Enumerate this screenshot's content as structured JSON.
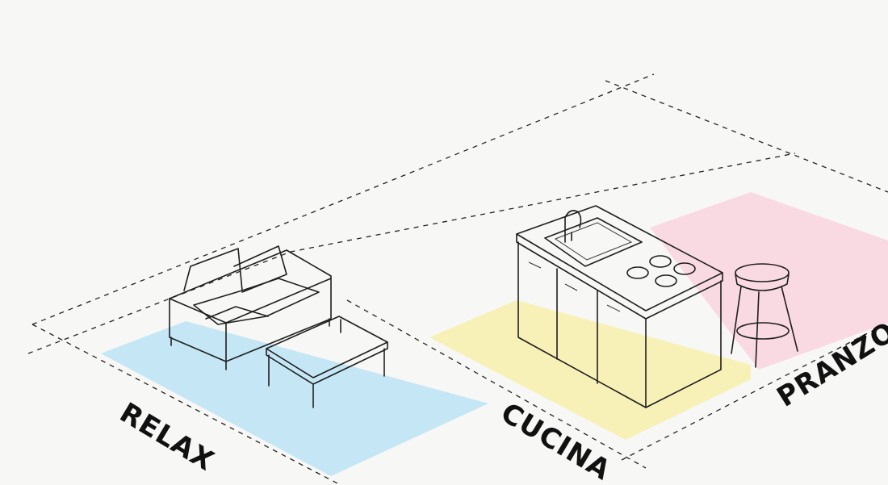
{
  "zones": [
    {
      "id": "relax",
      "label": "RELAX",
      "color": "#bfe4f5"
    },
    {
      "id": "cucina",
      "label": "CUCINA",
      "color": "#f7efb0"
    },
    {
      "id": "pranzo",
      "label": "PRANZO",
      "color": "#f9d6e0"
    }
  ],
  "furniture": {
    "relax": [
      "sofa-icon",
      "coffee-table-icon"
    ],
    "cucina": [
      "kitchen-island-icon",
      "sink-icon",
      "faucet-icon",
      "cooktop-icon"
    ],
    "pranzo": [
      "bar-stool-icon"
    ]
  },
  "colors": {
    "background": "#f7f7f5",
    "ink": "#1e1e1e"
  }
}
